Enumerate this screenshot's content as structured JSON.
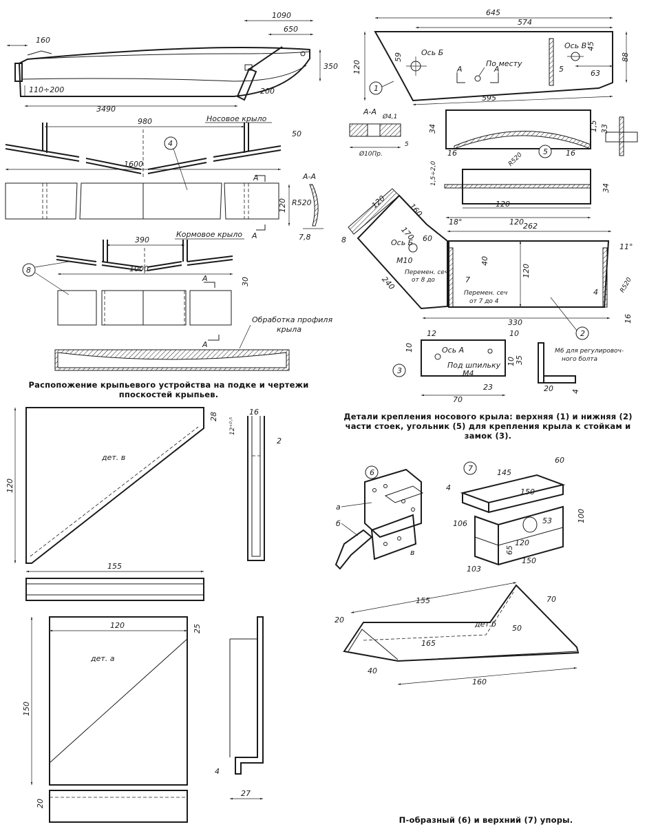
{
  "top_left": {
    "dims": {
      "d1090": "1090",
      "d650": "650",
      "d160": "160",
      "d350": "350",
      "d200": "200",
      "d110_200": "110÷200",
      "d3490": "3490"
    },
    "nose_wing": {
      "title": "Носовое крыло",
      "d980": "980",
      "d50": "50",
      "d1600": "1600",
      "balloon": "4",
      "section": "А-А",
      "r520": "R520",
      "d120": "120",
      "d7_8": "7,8",
      "a1": "А",
      "a2": "А"
    },
    "stern_wing": {
      "title": "Кормовое крыло",
      "d390": "390",
      "d1000": "1000",
      "d30": "30",
      "balloon": "8",
      "a1": "А",
      "a2": "А",
      "profile_note": "Обработка профиля крыла"
    }
  },
  "caption_left": "Распопожение крыпьевого устройства на подке и чертежи ппоскостей крыпьев.",
  "top_right": {
    "part1": {
      "d645": "645",
      "d574": "574",
      "d59": "59",
      "axis_b": "Ось Б",
      "axis_v": "Ось В",
      "d45": "45",
      "d88": "88",
      "d120": "120",
      "po_mestu": "По месту",
      "d5": "5",
      "d63": "63",
      "d595": "595",
      "a1": "А",
      "a2": "А",
      "balloon": "1"
    },
    "section_aa": {
      "title": "А-А",
      "d41": "Ø4,1",
      "d34": "34",
      "d10": "Ø10Пр.",
      "d5": "5"
    },
    "part5": {
      "d15": "1,5",
      "d33": "33",
      "d16a": "16",
      "d16b": "16",
      "r520": "R520",
      "balloon": "5"
    },
    "strip": {
      "d15_2": "1,5÷2,0",
      "d34": "34",
      "d120a": "120",
      "d120b": "120"
    },
    "part2": {
      "d120": "120",
      "d160": "160",
      "d170": "170",
      "d18": "18°",
      "d8": "8",
      "axis_b": "Ось Б",
      "d60": "60",
      "m10": "М10",
      "d240": "240",
      "note8": "Перемен. сеч от 8 до",
      "note7": "Перемен. сеч от 7 до 4",
      "d7": "7",
      "d262": "262",
      "d11": "11°",
      "d40": "40",
      "d120b": "120",
      "d4": "4",
      "r520": "R520",
      "d330": "330",
      "d16": "16",
      "balloon": "2"
    },
    "part3": {
      "d12": "12",
      "d10a": "10",
      "d10b": "10",
      "axis_a": "Ось А",
      "under": "Под шпильку",
      "m4": "М4",
      "d35": "35",
      "d23": "23",
      "d70": "70",
      "balloon": "3",
      "m6": "М6 для регулировоч-ного болта",
      "d20": "20",
      "d4": "4"
    }
  },
  "caption_right": "Детали крепления носового крыла: верхняя (1) и нижняя (2) части стоек, угольник (5) для крепления крыла к стойкам и замок (3).",
  "bottom_left": {
    "det_v": {
      "label": "дет. в",
      "d120": "120",
      "d28": "28",
      "d155": "155",
      "d16": "16",
      "d12": "12⁺⁰·⁵",
      "d2": "2"
    },
    "det_a": {
      "label": "дет. а",
      "d120": "120",
      "d25": "25",
      "d150": "150",
      "d20": "20",
      "d4": "4",
      "d27": "27"
    }
  },
  "bottom_right": {
    "iso6": {
      "balloon": "6",
      "a": "а",
      "b": "б",
      "v": "в"
    },
    "iso7": {
      "balloon": "7",
      "d4": "4",
      "d145": "145",
      "d60": "60",
      "d150a": "150",
      "d100": "100",
      "d106": "106",
      "d53": "53",
      "d120": "120",
      "d65": "65",
      "d103": "103",
      "d150b": "150"
    },
    "det_b": {
      "label": "дет.б",
      "d155": "155",
      "d70": "70",
      "d20": "20",
      "d165": "165",
      "d50": "50",
      "d40": "40",
      "d160": "160"
    }
  },
  "caption_bottom": "П-образный (6) и верхний (7) упоры."
}
